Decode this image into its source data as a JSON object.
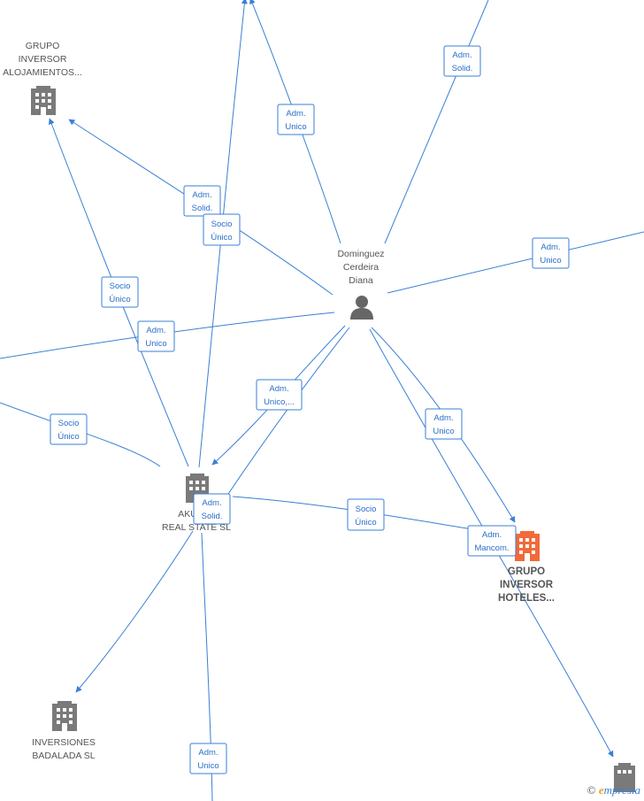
{
  "nodes": {
    "grupo_alojamientos": {
      "label_lines": [
        "GRUPO",
        "INVERSOR",
        "ALOJAMIENTOS..."
      ],
      "icon": "building-icon",
      "color": "#7a7a7a"
    },
    "person": {
      "label_lines": [
        "Dominguez",
        "Cerdeira",
        "Diana"
      ],
      "icon": "person-icon",
      "color": "#666666"
    },
    "akua": {
      "label_lines": [
        "AKU",
        "REAL STATE SL"
      ],
      "icon": "building-icon",
      "color": "#7a7a7a"
    },
    "grupo_hoteles": {
      "label_lines": [
        "GRUPO",
        "INVERSOR",
        "HOTELES..."
      ],
      "icon": "building-icon",
      "color": "#f26a3a"
    },
    "badalada": {
      "label_lines": [
        "INVERSIONES",
        "BADALADA SL"
      ],
      "icon": "building-icon",
      "color": "#7a7a7a"
    },
    "bottom_right": {
      "label_lines": [],
      "icon": "building-icon",
      "color": "#7a7a7a"
    }
  },
  "edge_labels": [
    {
      "id": "l1",
      "lines": [
        "Adm.",
        "Solid."
      ]
    },
    {
      "id": "l2",
      "lines": [
        "Adm.",
        "Unico"
      ]
    },
    {
      "id": "l3",
      "lines": [
        "Adm.",
        "Solid."
      ]
    },
    {
      "id": "l4",
      "lines": [
        "Socio",
        "Único"
      ]
    },
    {
      "id": "l5",
      "lines": [
        "Adm.",
        "Unico"
      ]
    },
    {
      "id": "l6",
      "lines": [
        "Socio",
        "Único"
      ]
    },
    {
      "id": "l7",
      "lines": [
        "Adm.",
        "Unico"
      ]
    },
    {
      "id": "l8",
      "lines": [
        "Socio",
        "Único"
      ]
    },
    {
      "id": "l9",
      "lines": [
        "Adm.",
        "Unico,..."
      ]
    },
    {
      "id": "l10",
      "lines": [
        "Adm.",
        "Unico"
      ]
    },
    {
      "id": "l11",
      "lines": [
        "Adm.",
        "Solid."
      ]
    },
    {
      "id": "l12",
      "lines": [
        "Socio",
        "Único"
      ]
    },
    {
      "id": "l13",
      "lines": [
        "Adm.",
        "Mancom."
      ]
    },
    {
      "id": "l14",
      "lines": [
        "Adm.",
        "Unico"
      ]
    }
  ],
  "colors": {
    "edge": "#3a7fd5",
    "node_gray": "#7a7a7a",
    "node_focus": "#f26a3a"
  },
  "brand": {
    "copyright": "©",
    "e": "e",
    "rest": "mpresia"
  }
}
